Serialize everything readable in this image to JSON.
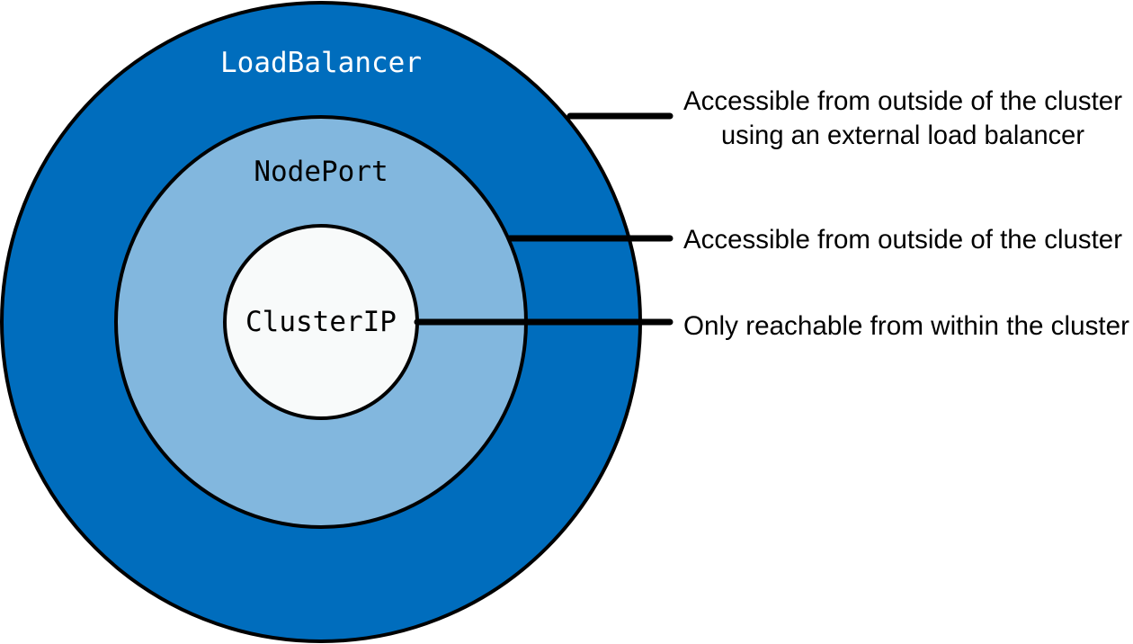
{
  "colors": {
    "background": "#ffffff",
    "outline": "#000000",
    "loadbalancer_fill": "#006dbd",
    "nodeport_fill": "#82b7de",
    "clusterip_fill": "#f8fafa",
    "loadbalancer_text": "#ffffff",
    "inner_text": "#000000"
  },
  "rings": {
    "loadbalancer": {
      "label": "LoadBalancer"
    },
    "nodeport": {
      "label": "NodePort"
    },
    "clusterip": {
      "label": "ClusterIP"
    }
  },
  "callouts": {
    "loadbalancer": {
      "line1": "Accessible from outside of the cluster",
      "line2": "using an external load balancer"
    },
    "nodeport": {
      "line1": "Accessible from outside of the cluster"
    },
    "clusterip": {
      "line1": "Only reachable from within the cluster"
    }
  }
}
